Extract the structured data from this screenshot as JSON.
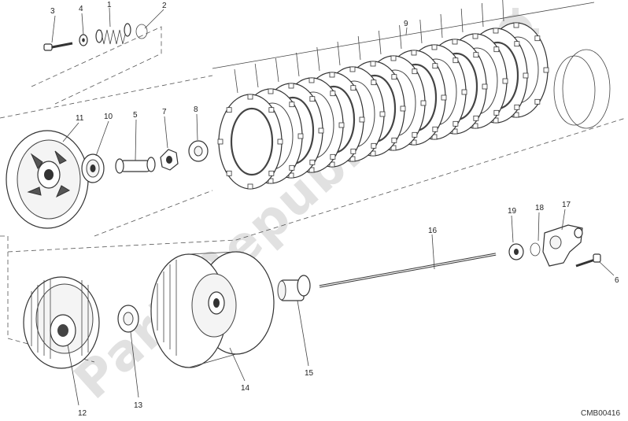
{
  "diagram": {
    "code": "CMB00416",
    "watermark": "PartsRepublik",
    "callouts": [
      "1",
      "2",
      "3",
      "4",
      "5",
      "6",
      "7",
      "8",
      "9",
      "10",
      "11",
      "12",
      "13",
      "14",
      "15",
      "16",
      "17",
      "18",
      "19"
    ]
  },
  "icons": {
    "watermark_logo": "gear-icon"
  }
}
